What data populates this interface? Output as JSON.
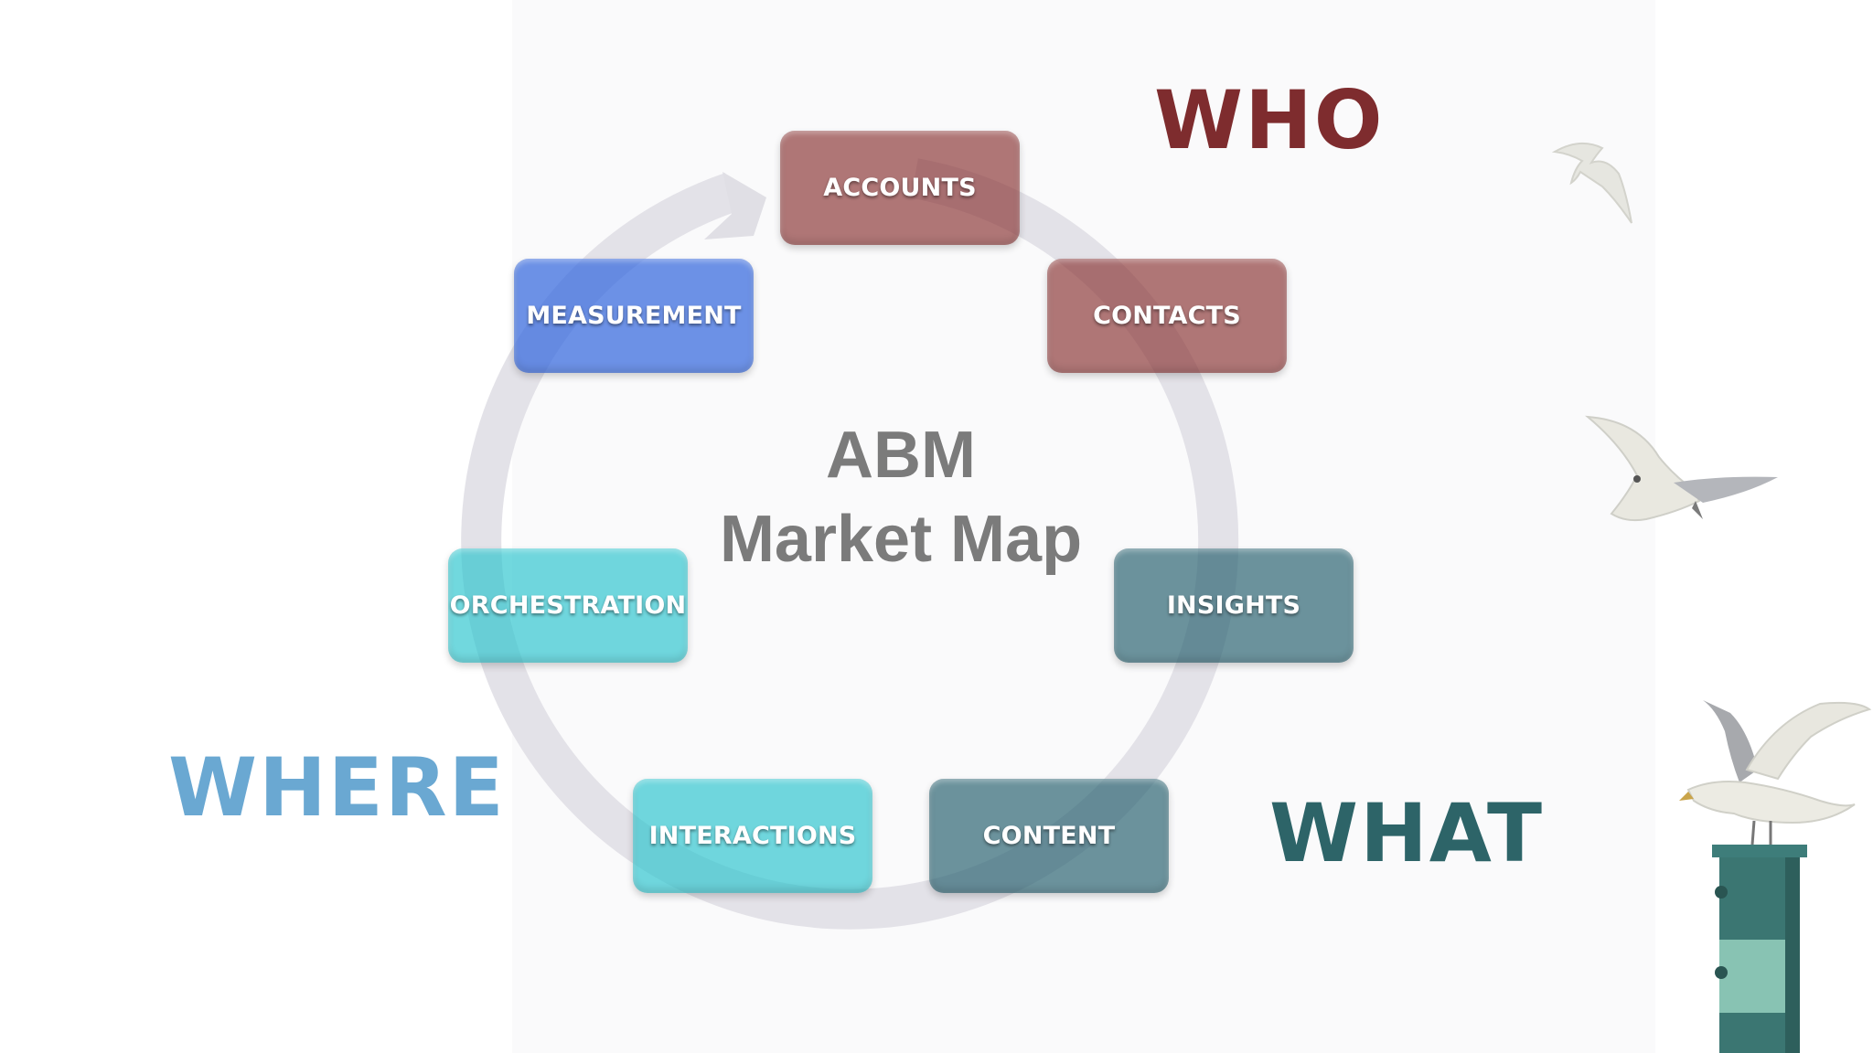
{
  "diagram": {
    "center_title": {
      "line1": "ABM",
      "line2": "Market Map"
    },
    "nodes": [
      {
        "label": "ACCOUNTS",
        "color": "#8b3636"
      },
      {
        "label": "CONTACTS",
        "color": "#8b3636"
      },
      {
        "label": "INSIGHTS",
        "color": "#2e6573"
      },
      {
        "label": "CONTENT",
        "color": "#2e6573"
      },
      {
        "label": "INTERACTIONS",
        "color": "#28c4cd"
      },
      {
        "label": "ORCHESTRATION",
        "color": "#28c4cd"
      },
      {
        "label": "MEASUREMENT",
        "color": "#3468de"
      }
    ],
    "flow_direction": "clockwise-cycle"
  },
  "headings": {
    "who": "WHO",
    "where": "WHERE",
    "what": "WHAT"
  },
  "colors": {
    "who": "#7e2c2e",
    "where": "#6aa8d2",
    "what": "#2d6468",
    "ring": "#dcdce2",
    "center_text": "#7b7b7b"
  },
  "decorations": [
    "seagull-icon",
    "seagull-icon",
    "seagull-icon",
    "lighthouse-icon"
  ]
}
